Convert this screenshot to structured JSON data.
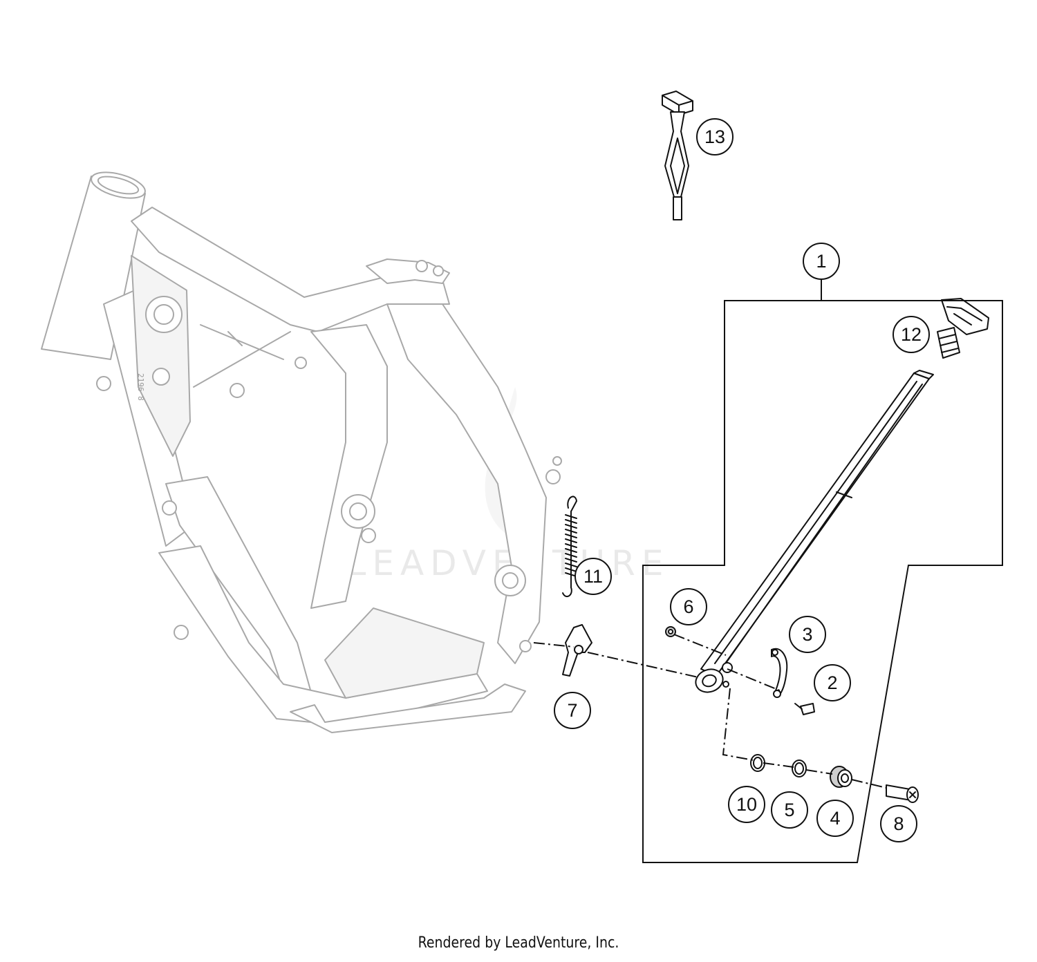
{
  "watermark": "LEADVENTURE",
  "frame_stamp": "2196 8",
  "callouts": [
    {
      "label": "1",
      "part": "side-stand-assembly"
    },
    {
      "label": "2",
      "part": "stand-bracket-screw"
    },
    {
      "label": "3",
      "part": "stand-bracket"
    },
    {
      "label": "4",
      "part": "bushing"
    },
    {
      "label": "5",
      "part": "washer"
    },
    {
      "label": "6",
      "part": "small-nut"
    },
    {
      "label": "7",
      "part": "mounting-plate"
    },
    {
      "label": "8",
      "part": "pivot-bolt"
    },
    {
      "label": "10",
      "part": "o-ring"
    },
    {
      "label": "11",
      "part": "return-spring"
    },
    {
      "label": "12",
      "part": "stand-foot-pad"
    },
    {
      "label": "13",
      "part": "spring-hook-tool"
    }
  ],
  "footer": "Rendered by LeadVenture, Inc."
}
